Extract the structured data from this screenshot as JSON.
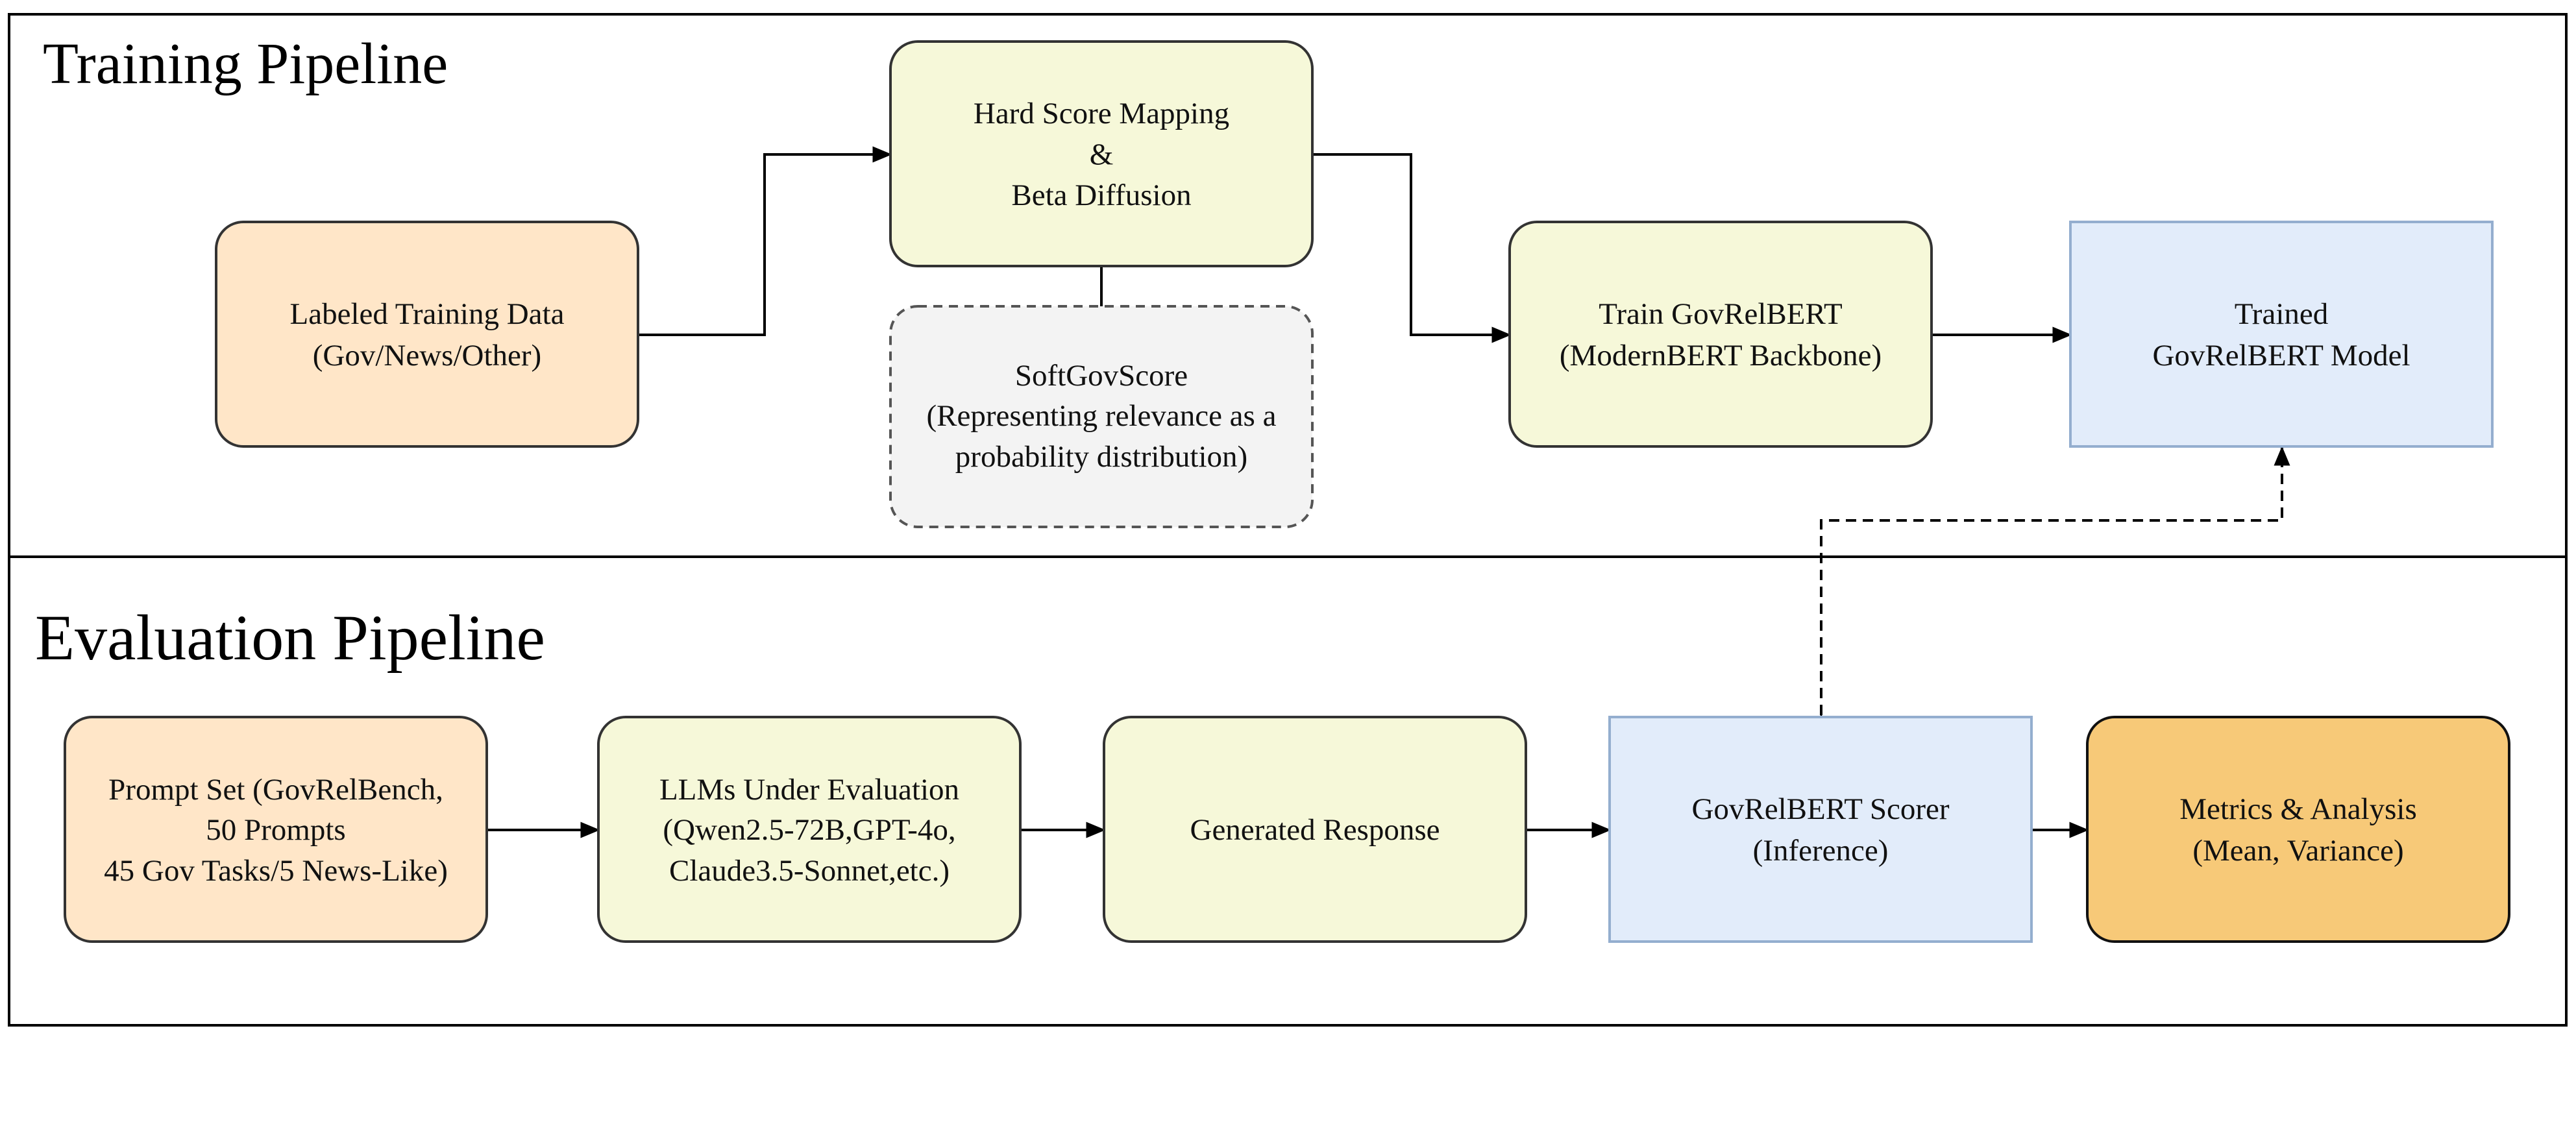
{
  "colors": {
    "peach": "#FFE6C8",
    "cream": "#F6F8D9",
    "light_blue": "#E2ECFA",
    "blue_border": "#94AECF",
    "gray_fill": "#F3F3F3",
    "orange": "#F7C978",
    "line": "#000000"
  },
  "sections": {
    "training": {
      "title": "Training Pipeline"
    },
    "evaluation": {
      "title": "Evaluation Pipeline"
    }
  },
  "nodes": {
    "labeled_data": {
      "lines": [
        "Labeled Training Data",
        "(Gov/News/Other)"
      ]
    },
    "hard_score": {
      "lines": [
        "Hard Score Mapping",
        "&",
        "Beta Diffusion"
      ]
    },
    "softgovscore": {
      "lines": [
        "SoftGovScore",
        "(Representing relevance as a",
        "probability distribution)"
      ]
    },
    "train_model": {
      "lines": [
        "Train GovRelBERT",
        "(ModernBERT Backbone)"
      ]
    },
    "trained_model": {
      "lines": [
        "Trained",
        "GovRelBERT Model"
      ]
    },
    "prompt_set": {
      "lines": [
        "Prompt Set (GovRelBench,",
        "50 Prompts",
        "45 Gov Tasks/5 News-Like)"
      ]
    },
    "llms": {
      "lines": [
        "LLMs Under Evaluation",
        "(Qwen2.5-72B,GPT-4o,",
        "Claude3.5-Sonnet,etc.)"
      ]
    },
    "generated": {
      "lines": [
        "Generated Response"
      ]
    },
    "scorer": {
      "lines": [
        "GovRelBERT Scorer",
        "(Inference)"
      ]
    },
    "metrics": {
      "lines": [
        "Metrics & Analysis",
        "(Mean, Variance)"
      ]
    }
  }
}
